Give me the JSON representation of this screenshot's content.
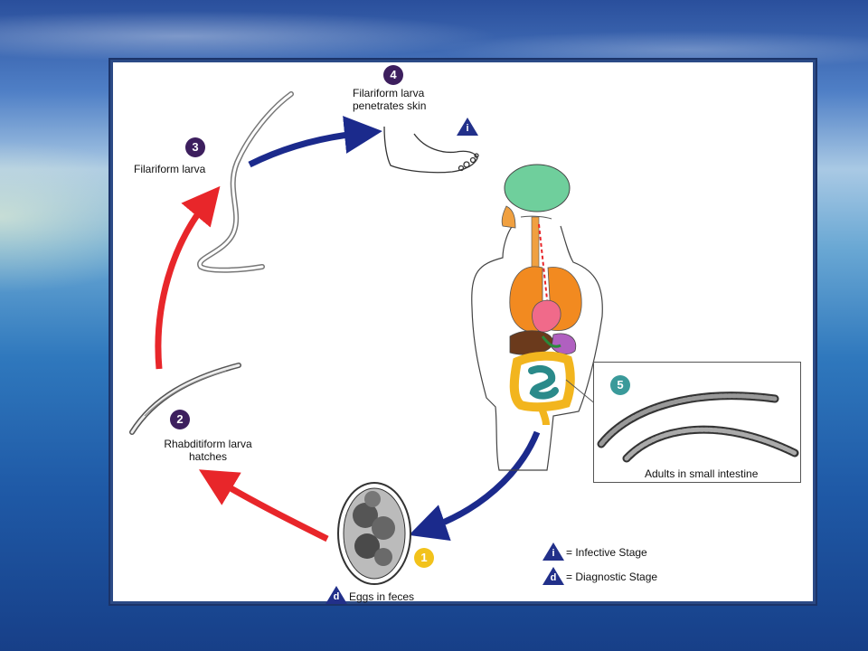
{
  "stages": {
    "s1": {
      "number": "1",
      "label": "Eggs in feces"
    },
    "s2": {
      "number": "2",
      "label_line1": "Rhabditiform larva",
      "label_line2": "hatches"
    },
    "s3": {
      "number": "3",
      "label": "Filariform larva"
    },
    "s4": {
      "number": "4",
      "label_line1": "Filariform larva",
      "label_line2": "penetrates skin"
    },
    "s5": {
      "number": "5",
      "label": "Adults in small intestine"
    }
  },
  "badges": {
    "infective_symbol": "i",
    "diagnostic_symbol": "d"
  },
  "legend": {
    "infective": "= Infective Stage",
    "diagnostic": "= Diagnostic Stage"
  },
  "colors": {
    "red_arrow": "#e8262a",
    "blue_arrow": "#1b2a8c",
    "stage_purple": "#3d1f5e",
    "stage_teal": "#3a9a9a",
    "stage_gold": "#f2c21b",
    "badge_blue": "#22308a"
  }
}
